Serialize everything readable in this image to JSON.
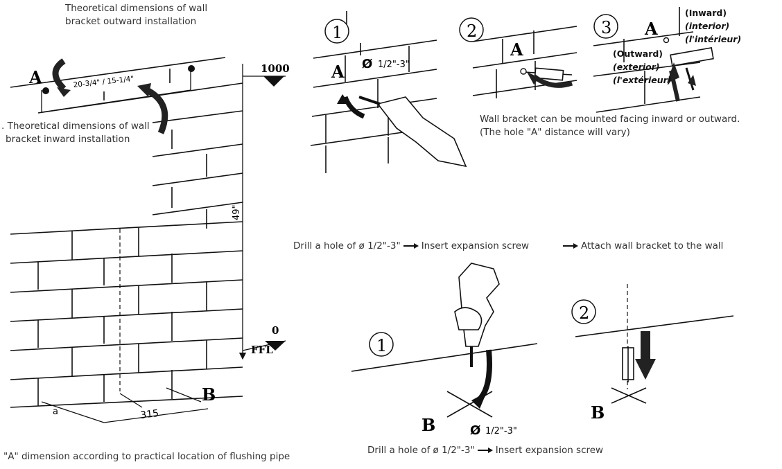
{
  "captions": {
    "outward_dims_line1": "Theoretical dimensions of wall",
    "outward_dims_line2": "bracket outward installation",
    "inward_dims_line1": ". Theoretical dimensions of wall",
    "inward_dims_line2": "bracket inward installation",
    "a_dimension_note": "\"A\" dimension according to practical location of flushing pipe",
    "facing_note_line1": "Wall bracket can be mounted facing inward or outward.",
    "facing_note_line2": "(The hole \"A\" distance will vary)"
  },
  "labels": {
    "point_a": "A",
    "point_b": "B",
    "spacing": "20-3/4\" / 15-1/4\"",
    "height_1000": "1000",
    "height_49": "49\"",
    "ffl": "FFL",
    "zero": "0",
    "dim_315": "315",
    "dim_a_small": "a",
    "hole_size": "1/2\"-3\"",
    "dia_symbol": "Ø"
  },
  "steps_top": {
    "step1": "1",
    "step2": "2",
    "step3": "3",
    "drill": "Drill a hole of ø 1/2\"-3\"",
    "insert": "Insert expansion screw",
    "attach": "Attach wall bracket to the wall"
  },
  "orientation": {
    "inward_en": "(Inward)",
    "inward_es": "(interior)",
    "inward_fr": "(l'intérieur)",
    "outward_en": "(Outward)",
    "outward_es": "(exterior)",
    "outward_fr": "(l'extérieur)"
  },
  "steps_bottom": {
    "step1": "1",
    "step2": "2",
    "drill": "Drill a hole of ø 1/2\"-3\"",
    "insert": "Insert expansion screw"
  }
}
